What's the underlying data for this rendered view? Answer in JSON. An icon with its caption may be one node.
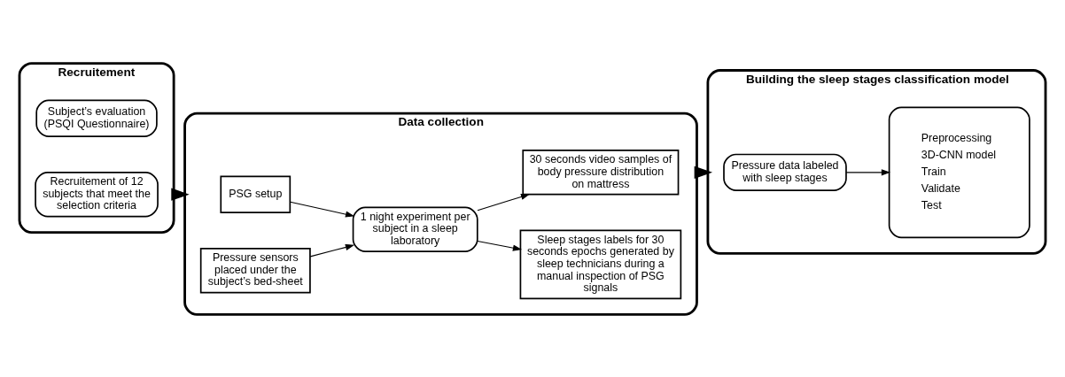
{
  "diagram": {
    "nodes": [
      {
        "text": [
          "Recruitement"
        ]
      },
      {
        "text": [
          "Subject’s evaluation (PSQI Questionnaire)"
        ],
        "in": 0
      },
      {
        "text": [
          "Recruitement of 12 subjects that meet the selection criteria"
        ],
        "in": 0
      },
      {
        "text": [
          "Data collection"
        ]
      },
      {
        "text": [
          "PSG setup"
        ],
        "in": 3
      },
      {
        "text": [
          "Sleep stages labels for 30 seconds epochs generated by sleep technicians during a manual inspection of PSG signals"
        ],
        "in": 3
      },
      {
        "text": [
          "1 night experiment per subject in a sleep laboratory"
        ],
        "in": 3
      },
      {
        "text": [
          "Pressure sensors placed under the subject’s bed-sheet"
        ],
        "in": 3
      },
      {
        "text": [
          "30 seconds video samples of body pressure distribution on mattress"
        ],
        "in": 3
      },
      {
        "text": [
          "Building the sleep stages classification model"
        ]
      },
      {
        "text": [
          "Pressure data labeled with sleep stages"
        ],
        "in": 9
      },
      {
        "text": [
          "Preprocessing",
          "3D-CNN model",
          "Train",
          "Validate",
          "Test"
        ],
        "in": 9
      }
    ],
    "edges": [
      {
        "from": 0,
        "to": 3,
        "arrow": "to",
        "style": "thick"
      },
      {
        "from": 3,
        "to": 9,
        "arrow": "to",
        "style": "thick"
      },
      {
        "from": 4,
        "to": 6,
        "arrow": "to"
      },
      {
        "from": 7,
        "to": 6,
        "arrow": "to"
      },
      {
        "from": 6,
        "to": 5,
        "arrow": "to"
      },
      {
        "from": 6,
        "to": 8,
        "arrow": "to"
      },
      {
        "from": 10,
        "to": 11,
        "arrow": "to"
      }
    ]
  }
}
